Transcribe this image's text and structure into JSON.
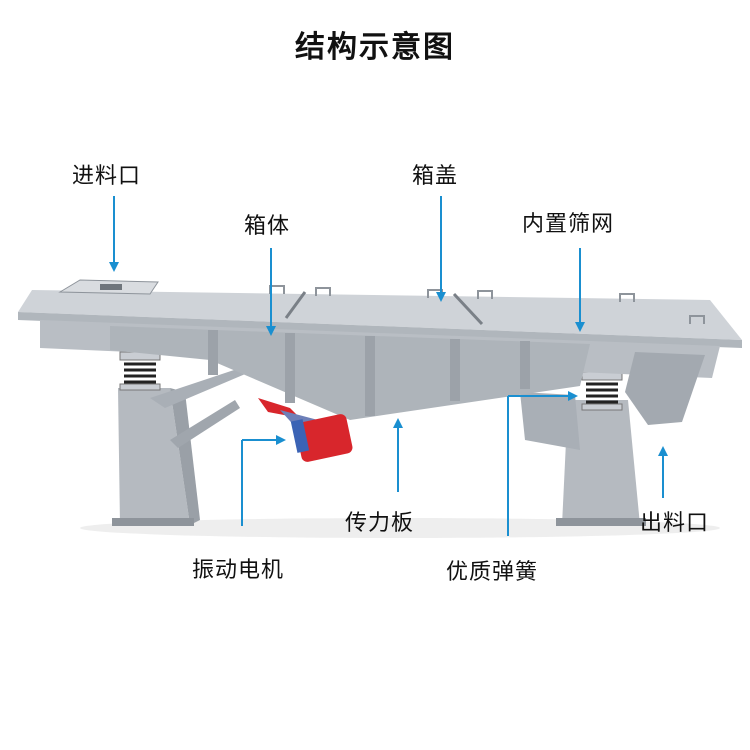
{
  "title": "结构示意图",
  "labels": {
    "feed_inlet": "进料口",
    "box_body": "箱体",
    "box_cover": "箱盖",
    "inner_screen": "内置筛网",
    "vibration_motor": "振动电机",
    "transmission_plate": "传力板",
    "quality_spring": "优质弹簧",
    "discharge_outlet": "出料口"
  },
  "colors": {
    "pointer": "#1a8fd0",
    "machine_light": "#c9cdd3",
    "machine_mid": "#a9afb6",
    "machine_dark": "#8e949b",
    "motor_red": "#d8262c",
    "motor_blue": "#3b63b5"
  }
}
